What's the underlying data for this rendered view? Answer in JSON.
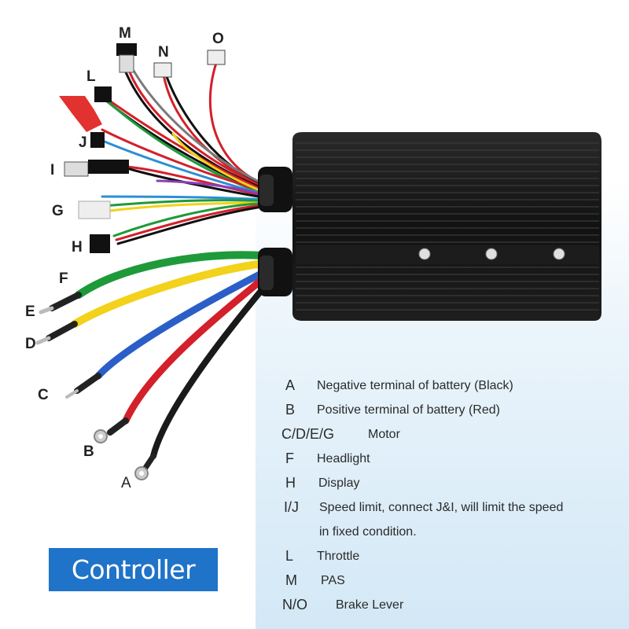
{
  "connector_labels": {
    "A": "A",
    "B": "B",
    "C": "C",
    "D": "D",
    "E": "E",
    "F": "F",
    "G": "G",
    "H": "H",
    "I": "I",
    "J": "J",
    "L": "L",
    "M": "M",
    "N": "N",
    "O": "O"
  },
  "legend": [
    {
      "code": "A",
      "desc": "Negative terminal of battery (Black)"
    },
    {
      "code": "B",
      "desc": "Positive terminal of battery (Red)"
    },
    {
      "code": "C/D/E/G",
      "desc": "Motor"
    },
    {
      "code": "F",
      "desc": "Headlight"
    },
    {
      "code": "H",
      "desc": "Display"
    },
    {
      "code": "I/J",
      "desc": "Speed limit, connect J&I, will limit the speed"
    },
    {
      "code": "",
      "desc": "in fixed condition."
    },
    {
      "code": "L",
      "desc": "Throttle"
    },
    {
      "code": "M",
      "desc": "PAS"
    },
    {
      "code": "N/O",
      "desc": "Brake Lever"
    }
  ],
  "badge": {
    "text": "Controller"
  },
  "colors": {
    "badge": "#1f73c9",
    "wire_green": "#1f9a3a",
    "wire_yellow": "#f2d21a",
    "wire_blue": "#2b5fc7",
    "wire_red": "#d3202a",
    "wire_black": "#1a1a1a",
    "housing": "#151515"
  }
}
